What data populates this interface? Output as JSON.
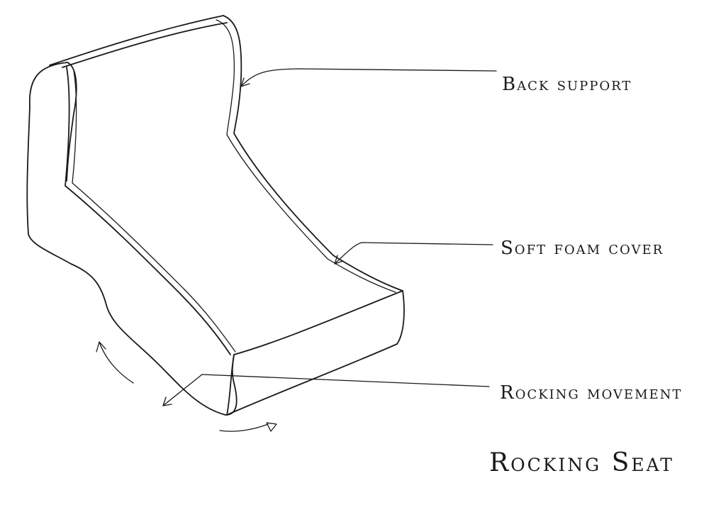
{
  "labels": {
    "back_support": "Back support",
    "soft_foam_cover": "Soft foam cover",
    "rocking_movement": "Rocking movement",
    "title": "Rocking Seat"
  },
  "colors": {
    "paper": "#ffffff",
    "ink": "#1a1a1a"
  }
}
